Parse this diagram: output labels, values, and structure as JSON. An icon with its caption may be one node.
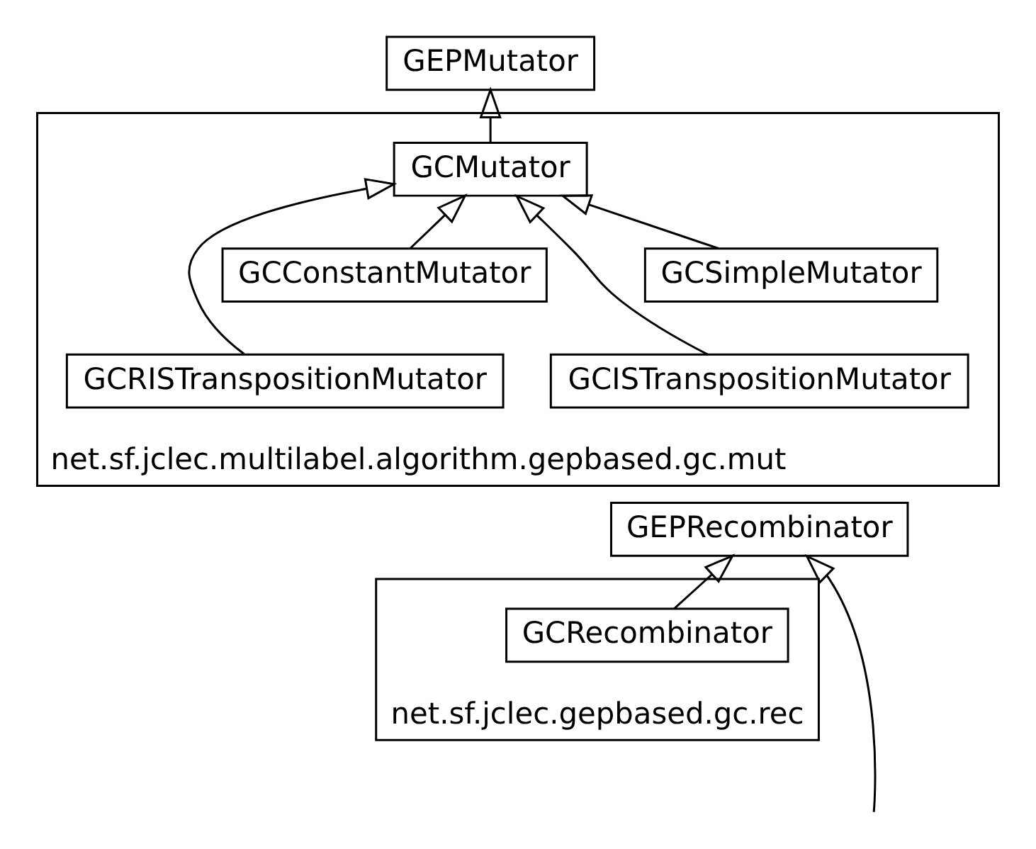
{
  "diagram": {
    "nodes": [
      {
        "text": [
          "GEPMutator"
        ]
      },
      {
        "text": [
          "net.sf.jclec.multilabel.algorithm.gepbased.gc.mut"
        ]
      },
      {
        "text": [
          "GCMutator"
        ],
        "in": 1
      },
      {
        "text": [
          "GCSimpleMutator"
        ],
        "in": 1
      },
      {
        "text": [
          "GCConstantMutator"
        ],
        "in": 1
      },
      {
        "text": [
          "GCISTranspositionMutator"
        ],
        "in": 1
      },
      {
        "text": [
          "GCRISTranspositionMutator"
        ],
        "in": 1
      },
      {
        "text": [
          "net.sf.jclec.gepbased.gc.rec"
        ]
      },
      {
        "text": [
          "GEPRecombinator"
        ]
      },
      {
        "text": [
          "GCRecombinator"
        ],
        "in": 7
      }
    ],
    "edges": [
      {
        "from": 2,
        "to": 0,
        "arrow": "to"
      },
      {
        "from": 3,
        "to": 2,
        "arrow": "to"
      },
      {
        "from": 5,
        "to": 2,
        "arrow": "to"
      },
      {
        "from": 4,
        "to": 2,
        "arrow": "to"
      },
      {
        "from": 6,
        "to": 2,
        "arrow": "to"
      },
      {
        "from": 9,
        "to": 8,
        "arrow": "to"
      },
      {
        "from": null,
        "to": 8,
        "arrow": "to"
      }
    ]
  }
}
